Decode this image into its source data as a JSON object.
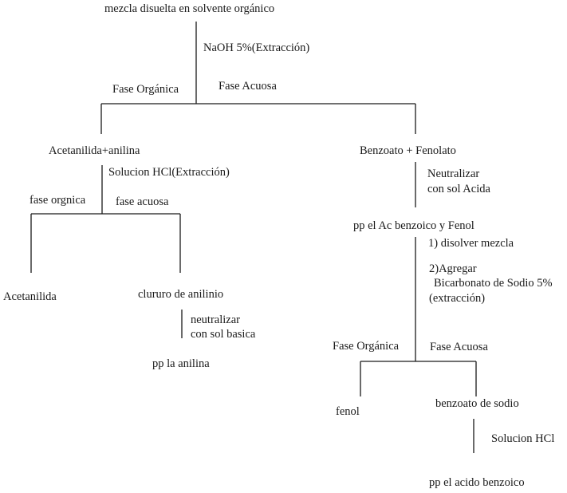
{
  "diagram": {
    "root": "mezcla disuelta en solvente orgánico",
    "step1": "NaOH 5%(Extracción)",
    "split1_left": "Fase Orgánica",
    "split1_right": "Fase Acuosa",
    "left_node": "Acetanilida+anilina",
    "left_step": "Solucion HCl(Extracción)",
    "split2_left": "fase orgnica",
    "split2_right": "fase acuosa",
    "acetanilida": "Acetanilida",
    "cloruro": "clururo de anilinio",
    "neutralizar_basica_1": "neutralizar",
    "neutralizar_basica_2": "con sol basica",
    "pp_anilina": "pp la anilina",
    "right_node": "Benzoato + Fenolato",
    "neutralizar_acida_1": "Neutralizar",
    "neutralizar_acida_2": "con sol Acida",
    "pp_benzoico_fenol": "pp el Ac benzoico y Fenol",
    "step_disolver": "1) disolver mezcla",
    "step_agregar_1": "2)Agregar",
    "step_agregar_2": "Bicarbonato de Sodio 5%",
    "step_agregar_3": "(extracción)",
    "split3_left": "Fase Orgánica",
    "split3_right": "Fase Acuosa",
    "fenol": "fenol",
    "benzoato_sodio": "benzoato de sodio",
    "solucion_hcl": "Solucion HCl",
    "pp_acido_benzoico": "pp el acido benzoico"
  }
}
